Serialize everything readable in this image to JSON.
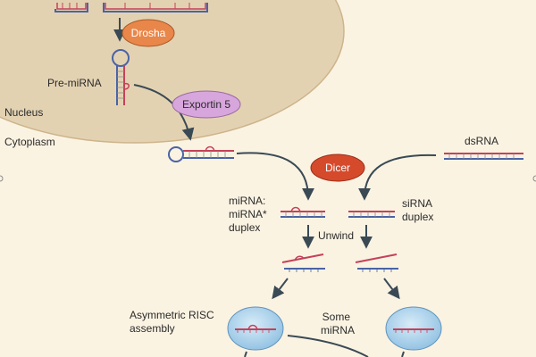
{
  "labels": {
    "drosha": "Drosha",
    "pre_mirna": "Pre-miRNA",
    "exportin5": "Exportin 5",
    "nucleus": "Nucleus",
    "cytoplasm": "Cytoplasm",
    "dicer": "Dicer",
    "dsrna": "dsRNA",
    "mirna_duplex": [
      "miRNA:",
      "miRNA*",
      "duplex"
    ],
    "sirna_duplex": [
      "siRNA",
      "duplex"
    ],
    "unwind": "Unwind",
    "asym_risc": [
      "Asymmetric RISC",
      "assembly"
    ],
    "some_mirna": [
      "Some",
      "miRNA"
    ]
  },
  "colors": {
    "background": "#fbf3e2",
    "nucleus": "#e3d2b2",
    "nucleus_stroke": "#cdb48b",
    "rna_red": "#c4415a",
    "rna_blue": "#4a63a6",
    "arrow": "#3a4a55",
    "drosha": "#e9864a",
    "exportin5": "#d7a6dc",
    "dicer": "#d64a2c",
    "risc": "#a9cfe9"
  }
}
